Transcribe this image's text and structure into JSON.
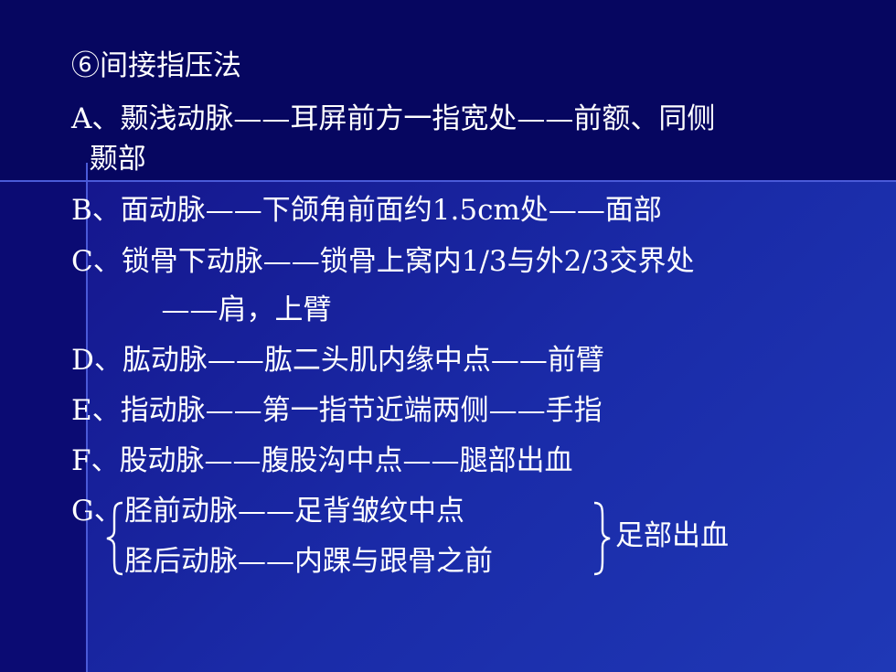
{
  "slide": {
    "lines": [
      "⑥间接指压法",
      "A、颞浅动脉——耳屏前方一指宽处——前额、同侧",
      "  颞部",
      "B、面动脉——下颌角前面约1.5cm处——面部",
      "C、锁骨下动脉——锁骨上窝内1/3与外2/3交界处",
      "          ——肩，上臂",
      "D、肱动脉——肱二头肌内缘中点——前臂",
      "E、指动脉——第一指节近端两侧——手指",
      "F、股动脉——腹股沟中点——腿部出血"
    ],
    "g_prefix": "G、",
    "g_line1": "胫前动脉——足背皱纹中点",
    "g_line2": "胫后动脉——内踝与跟骨之前",
    "g_result": "足部出血"
  }
}
